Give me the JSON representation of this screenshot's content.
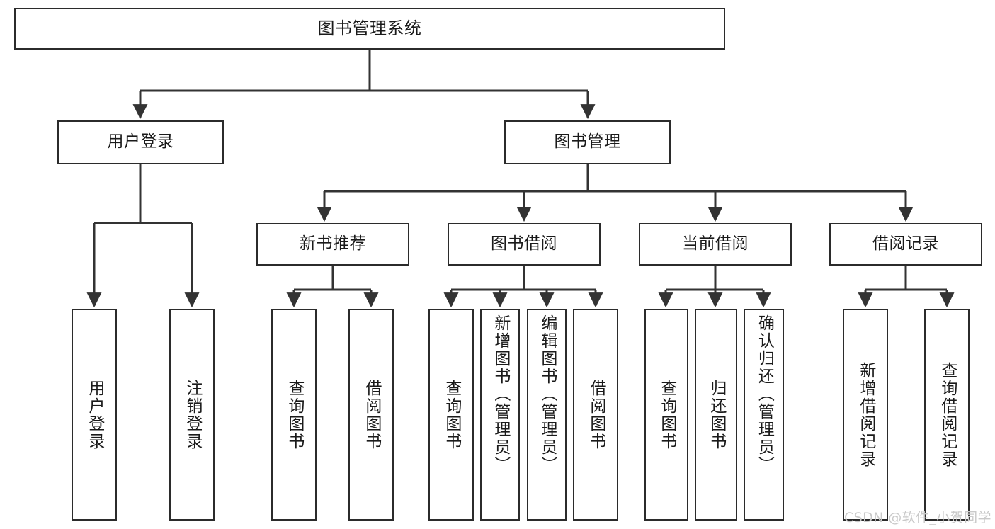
{
  "diagram": {
    "title": "图书管理系统",
    "type": "tree",
    "colors": {
      "box_border": "#2b2b2b",
      "box_fill": "#ffffff",
      "edge": "#333333",
      "text": "#1a1a1a",
      "watermark": "#c9c9c9",
      "background": "#ffffff"
    },
    "nodes": {
      "root": {
        "label": "图书管理系统",
        "level": 1
      },
      "level2": [
        {
          "id": "user-login",
          "label": "用户登录"
        },
        {
          "id": "book-manage",
          "label": "图书管理"
        }
      ],
      "level3": [
        {
          "id": "new-book-rec",
          "label": "新书推荐"
        },
        {
          "id": "book-borrow",
          "label": "图书借阅"
        },
        {
          "id": "current-borrow",
          "label": "当前借阅"
        },
        {
          "id": "borrow-record",
          "label": "借阅记录"
        }
      ],
      "leaves": {
        "user-login": [
          {
            "id": "leaf-user-login",
            "label": "用户登录"
          },
          {
            "id": "leaf-logout",
            "label": "注销登录"
          }
        ],
        "new-book-rec": [
          {
            "id": "leaf-query-book-1",
            "label": "查询图书"
          },
          {
            "id": "leaf-borrow-book-1",
            "label": "借阅图书"
          }
        ],
        "book-borrow": [
          {
            "id": "leaf-query-book-2",
            "label": "查询图书"
          },
          {
            "id": "leaf-add-book",
            "label": "新增图书（管理员）"
          },
          {
            "id": "leaf-edit-book",
            "label": "编辑图书（管理员）"
          },
          {
            "id": "leaf-borrow-book-2",
            "label": "借阅图书"
          }
        ],
        "current-borrow": [
          {
            "id": "leaf-query-book-3",
            "label": "查询图书"
          },
          {
            "id": "leaf-return-book",
            "label": "归还图书"
          },
          {
            "id": "leaf-confirm-return",
            "label": "确认归还（管理员）"
          }
        ],
        "borrow-record": [
          {
            "id": "leaf-add-record",
            "label": "新增借阅记录"
          },
          {
            "id": "leaf-query-record",
            "label": "查询借阅记录"
          }
        ]
      }
    }
  },
  "watermark": {
    "text": "CSDN @软件_小贺同学"
  }
}
